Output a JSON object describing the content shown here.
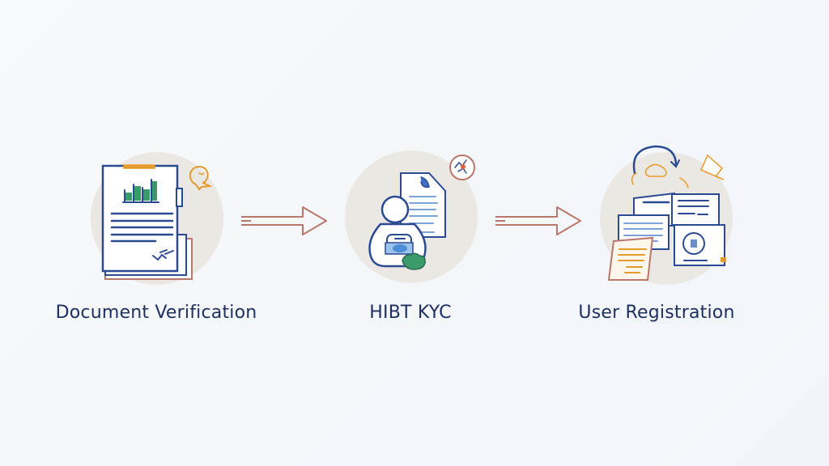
{
  "steps": [
    {
      "label": "Document Verification",
      "icon": "document-clipboard-icon"
    },
    {
      "label": "HIBT KYC",
      "icon": "identity-badge-icon"
    },
    {
      "label": "User Registration",
      "icon": "registration-forms-icon"
    }
  ],
  "colors": {
    "navy": "#2c4a94",
    "text": "#1f2f60",
    "orange": "#e79a2c",
    "arrow": "#b9766a",
    "green": "#3a9a6a",
    "circle": "#ebe8e3"
  }
}
